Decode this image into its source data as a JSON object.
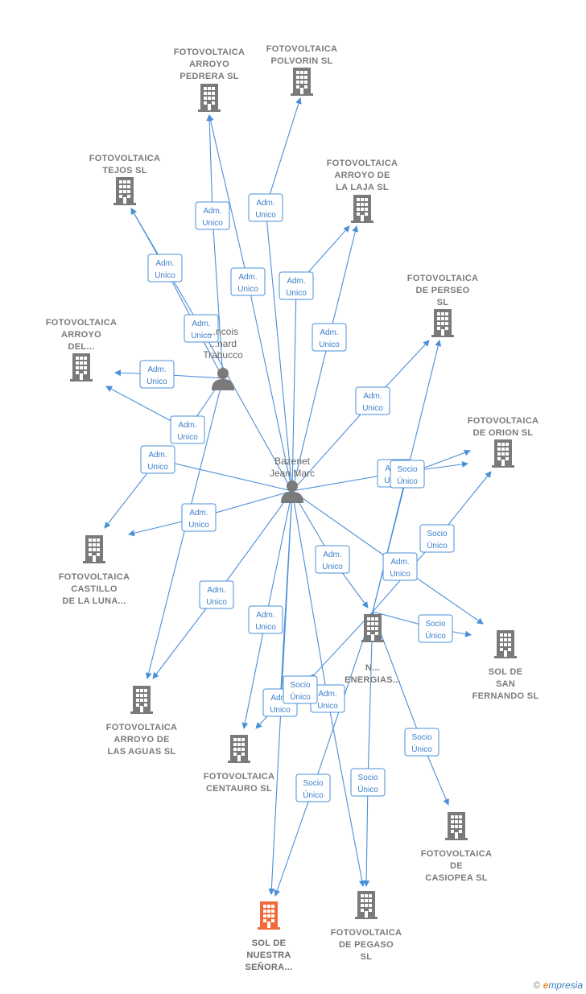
{
  "colors": {
    "edge": "#4a8fd8",
    "building": "#7a7a7a",
    "focus_building": "#f26a3a",
    "person": "#7a7a7a"
  },
  "companies": [
    {
      "id": "c1",
      "lines": [
        "FOTOVOLTAICA",
        "ARROYO",
        "PEDRERA  SL"
      ],
      "icon": "building-icon"
    },
    {
      "id": "c2",
      "lines": [
        "FOTOVOLTAICA",
        "POLVORIN  SL"
      ],
      "icon": "building-icon"
    },
    {
      "id": "c3",
      "lines": [
        "FOTOVOLTAICA",
        "TEJOS  SL"
      ],
      "icon": "building-icon"
    },
    {
      "id": "c4",
      "lines": [
        "FOTOVOLTAICA",
        "ARROYO DE",
        "LA LAJA  SL"
      ],
      "icon": "building-icon"
    },
    {
      "id": "c5",
      "lines": [
        "FOTOVOLTAICA",
        "DE PERSEO",
        "SL"
      ],
      "icon": "building-icon"
    },
    {
      "id": "c6",
      "lines": [
        "FOTOVOLTAICA",
        "ARROYO",
        "DEL..."
      ],
      "icon": "building-icon"
    },
    {
      "id": "c7",
      "lines": [
        "FOTOVOLTAICA",
        "DE ORION  SL"
      ],
      "icon": "building-icon"
    },
    {
      "id": "c8",
      "lines": [
        "FOTOVOLTAICA",
        "CASTILLO",
        "DE LA LUNA..."
      ],
      "icon": "building-icon"
    },
    {
      "id": "c9",
      "lines": [
        "SOL DE",
        "SAN",
        "FERNANDO  SL"
      ],
      "icon": "building-icon"
    },
    {
      "id": "c10",
      "lines": [
        "FOTOVOLTAICA",
        "ARROYO DE",
        "LAS AGUAS  SL"
      ],
      "icon": "building-icon"
    },
    {
      "id": "c11",
      "lines": [
        "FOTOVOLTAICA",
        "CENTAURO  SL"
      ],
      "icon": "building-icon"
    },
    {
      "id": "c12",
      "lines": [
        "FOTOVOLTAICA",
        "DE",
        "CASIOPEA  SL"
      ],
      "icon": "building-icon"
    },
    {
      "id": "c13",
      "lines": [
        "SOL DE",
        "NUESTRA",
        "SEÑORA..."
      ],
      "icon": "building-icon",
      "focus": true
    },
    {
      "id": "c14",
      "lines": [
        "FOTOVOLTAICA",
        "DE PEGASO",
        "SL"
      ],
      "icon": "building-icon"
    },
    {
      "id": "c15",
      "lines": [
        "N...",
        "ENERGIAS..."
      ],
      "icon": "building-icon"
    }
  ],
  "persons": [
    {
      "id": "p1",
      "lines": [
        "...ncois",
        "...nard",
        "Trabucco"
      ],
      "icon": "person-icon"
    },
    {
      "id": "p2",
      "lines": [
        "Bazenet",
        "Jean Marc"
      ],
      "icon": "person-icon"
    }
  ],
  "badges": {
    "adm": [
      "Adm.",
      "Unico"
    ],
    "socio": [
      "Socio",
      "Único"
    ]
  },
  "brand": {
    "copyright": "©",
    "e": "e",
    "rest": "mpresia"
  }
}
